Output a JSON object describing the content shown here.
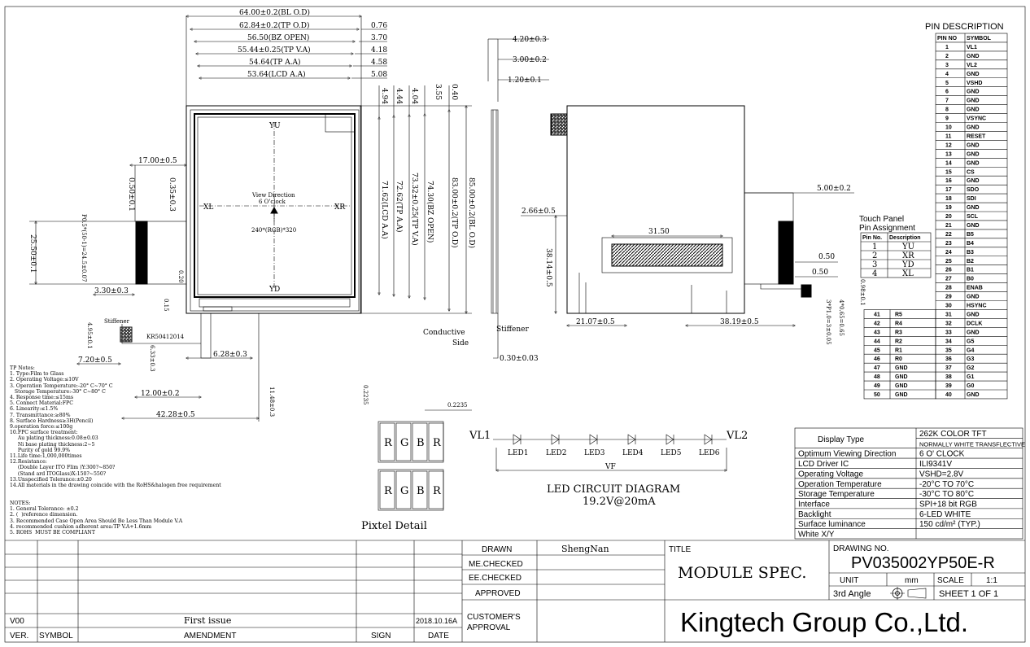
{
  "dimensions": {
    "bl_od": "64.00±0.2(BL O.D)",
    "tp_od": "62.84±0.2(TP O.D)",
    "bz_open": "56.50(BZ OPEN)",
    "tp_va": "55.44±0.25(TP V.A)",
    "tp_aa": "54.64(TP A.A)",
    "lcd_aa": "53.64(LCD A.A)",
    "r076": "0.76",
    "r370": "3.70",
    "r418": "4.18",
    "r458": "4.58",
    "r508": "5.08",
    "v494": "4.94",
    "v444": "4.44",
    "v404": "4.04",
    "v355": "3.55",
    "v040": "0.40",
    "v7162": "71.62(LCD A.A)",
    "v7262": "72.62(TP A.A)",
    "v7332": "73.32±0.25(TP V.A)",
    "v7430": "74.30(BZ OPEN)",
    "v8300": "83.00±0.2(TP O.D)",
    "v8500": "85.00±0.2(BL O.D)",
    "d1700": "17.00±0.5",
    "d050": "0.50±0.1",
    "d035": "0.35±0.3",
    "d2550": "25.50±0.1",
    "pitch": "P0.5*(50-1)=24.5±0.07",
    "d330": "3.30±0.3",
    "d020": "0.20",
    "d015": "0.15",
    "stiffener": "Stiffener",
    "d495": "4.95±0.1",
    "fpc_code": "KR50412014",
    "d633": "6.33±0.3",
    "d720": "7.20±0.5",
    "d628": "6.28±0.3",
    "d1200": "12.00±0.2",
    "d4228": "42.28±0.5",
    "d1148": "11.48±0.3",
    "yu": "YU",
    "yd": "YD",
    "xl": "XL",
    "xr": "XR",
    "view_dir": "View Direction",
    "view_clock": "6 O'clock",
    "resolution": "240*(RGB)*320",
    "s420": "4.20±0.3",
    "s300": "3.00±0.2",
    "s120": "1.20±0.1",
    "conductive": "Conductive",
    "side": "Side",
    "stiffener2": "Stiffener",
    "s030": "0.30±0.03",
    "r500": "5.00±0.2",
    "r266": "2.66±0.5",
    "r3150": "31.50",
    "r3814": "38.14±0.5",
    "r050a": "0.50",
    "r050b": "0.50",
    "r2107": "21.07±0.5",
    "r3819": "38.19±0.5",
    "r3p10": "3*P1.0=3±0.05",
    "r4x065": "4*0.65=0.65",
    "r098": "0.98±0.1",
    "px_0225": "0.2235",
    "px_0225b": "0.2235",
    "pixel_detail": "Pixtel Detail",
    "vl1": "VL1",
    "vl2": "VL2",
    "vf": "VF",
    "led_title": "LED CIRCUIT DIAGRAM",
    "led_spec": "19.2V@20mA"
  },
  "pixel_cells": [
    "R",
    "G",
    "B",
    "R"
  ],
  "leds": [
    "LED1",
    "LED2",
    "LED3",
    "LED4",
    "LED5",
    "LED6"
  ],
  "notes": {
    "lines": [
      "TP Notes:",
      "1. Type:Film to Glass",
      "2. Operating Voltage:≤10V",
      "3. Operation Temperature:-20° C~70° C",
      "   Storage Temperature:-30° C~80° C",
      "4. Response time:≤15ms",
      "5. Connect Material:FPC",
      "6. Linearity:≤1.5%",
      "7. Transmittance:≥80%",
      "8. Surface Hardness≥3H(Pencil)",
      "9.operation force:≤100g",
      "10.FPC surface treatment:",
      "     Au plating thickness:0.08±0.03",
      "     Ni base plating thickness:2~5",
      "     Purity of gold 99.9%",
      "11.Life time:1,000,000times",
      "12.Resistance:",
      "     (Double Layer ITO Flim )Y:300?~850?",
      "     (Stand ard ITOGlass)X:150?~550?",
      "13.Unspecified Tolerance:±0.20",
      "14.All materials in the drawing coincide with the RoHS&halogen free requirement"
    ],
    "lines2": [
      "NOTES:",
      "1. General Tolerance: ±0.2",
      "2. (  )reference dimension.",
      "3. Recommended Case Open Area Should Be Less Than Module V.A",
      "4. recommended cushion adherent area:TP V.A+1.6mm",
      "5. ROHS  MUST BE COMPLIANT"
    ]
  },
  "pin_description": {
    "title": "PIN DESCRIPTION",
    "headers": [
      "PIN NO",
      "SYMBOL"
    ],
    "rows": [
      [
        "1",
        "VL1"
      ],
      [
        "2",
        "GND"
      ],
      [
        "3",
        "VL2"
      ],
      [
        "4",
        "GND"
      ],
      [
        "5",
        "VSHD"
      ],
      [
        "6",
        "GND"
      ],
      [
        "7",
        "GND"
      ],
      [
        "8",
        "GND"
      ],
      [
        "9",
        "VSYNC"
      ],
      [
        "10",
        "GND"
      ],
      [
        "11",
        "RESET"
      ],
      [
        "12",
        "GND"
      ],
      [
        "13",
        "GND"
      ],
      [
        "14",
        "GND"
      ],
      [
        "15",
        "CS"
      ],
      [
        "16",
        "GND"
      ],
      [
        "17",
        "SDO"
      ],
      [
        "18",
        "SDI"
      ],
      [
        "19",
        "GND"
      ],
      [
        "20",
        "SCL"
      ],
      [
        "21",
        "GND"
      ],
      [
        "22",
        "B5"
      ],
      [
        "23",
        "B4"
      ],
      [
        "24",
        "B3"
      ],
      [
        "25",
        "B2"
      ],
      [
        "26",
        "B1"
      ],
      [
        "27",
        "B0"
      ],
      [
        "28",
        "ENAB"
      ],
      [
        "29",
        "GND"
      ],
      [
        "30",
        "HSYNC"
      ],
      [
        "31",
        "GND"
      ],
      [
        "32",
        "DCLK"
      ],
      [
        "33",
        "GND"
      ],
      [
        "34",
        "G5"
      ],
      [
        "35",
        "G4"
      ],
      [
        "36",
        "G3"
      ],
      [
        "37",
        "G2"
      ],
      [
        "38",
        "G1"
      ],
      [
        "39",
        "G0"
      ],
      [
        "40",
        "GND"
      ]
    ],
    "left_rows": [
      [
        "41",
        "R5"
      ],
      [
        "42",
        "R4"
      ],
      [
        "43",
        "R3"
      ],
      [
        "44",
        "R2"
      ],
      [
        "45",
        "R1"
      ],
      [
        "46",
        "R0"
      ],
      [
        "47",
        "GND"
      ],
      [
        "48",
        "GND"
      ],
      [
        "49",
        "GND"
      ],
      [
        "50",
        "GND"
      ]
    ]
  },
  "touch_panel": {
    "title1": "Touch Panel",
    "title2": "Pin Assignment",
    "headers": [
      "Pin No.",
      "Description"
    ],
    "rows": [
      [
        "1",
        "YU"
      ],
      [
        "2",
        "XR"
      ],
      [
        "3",
        "YD"
      ],
      [
        "4",
        "XL"
      ]
    ]
  },
  "spec_table": {
    "rows": [
      [
        "Display Type",
        "262K COLOR TFT"
      ],
      [
        "",
        "NORMALLY WHITE TRANSFLECTIVE"
      ],
      [
        "Optimum Viewing Direction",
        "6 O' CLOCK"
      ],
      [
        "LCD Driver IC",
        "ILI9341V"
      ],
      [
        "Operating Voltage",
        "VSHD=2.8V"
      ],
      [
        "Operation Temperature",
        "-20°C  TO  70°C"
      ],
      [
        "Storage Temperature",
        "-30°C  TO  80°C"
      ],
      [
        "Interface",
        "SPI+18 bit RGB"
      ],
      [
        "Backlight",
        "6-LED WHITE"
      ],
      [
        "Surface luminance",
        "150 cd/m² (TYP.)"
      ],
      [
        "White X/Y",
        ""
      ]
    ]
  },
  "title_block": {
    "drawn_label": "DRAWN",
    "drawn_value": "ShengNan",
    "me_checked": "ME.CHECKED",
    "ee_checked": "EE.CHECKED",
    "approved": "APPROVED",
    "customer_approval_1": "CUSTOMER'S",
    "customer_approval_2": "APPROVAL",
    "title_label": "TITLE",
    "title_value": "MODULE SPEC.",
    "drawing_no_label": "DRAWING NO.",
    "drawing_no": "PV035002YP50E-R",
    "unit_label": "UNIT",
    "unit_value": "mm",
    "scale_label": "SCALE",
    "scale_value": "1:1",
    "angle_label": "3rd Angle",
    "sheet": "SHEET 1 OF 1",
    "company": "Kingtech Group Co.,Ltd.",
    "version": "V00",
    "amendment_value": "First issue",
    "date_value": "2018.10.16A",
    "ver_label": "VER.",
    "symbol_label": "SYMBOL",
    "amendment_label": "AMENDMENT",
    "sign_label": "SIGN",
    "date_label": "DATE"
  }
}
